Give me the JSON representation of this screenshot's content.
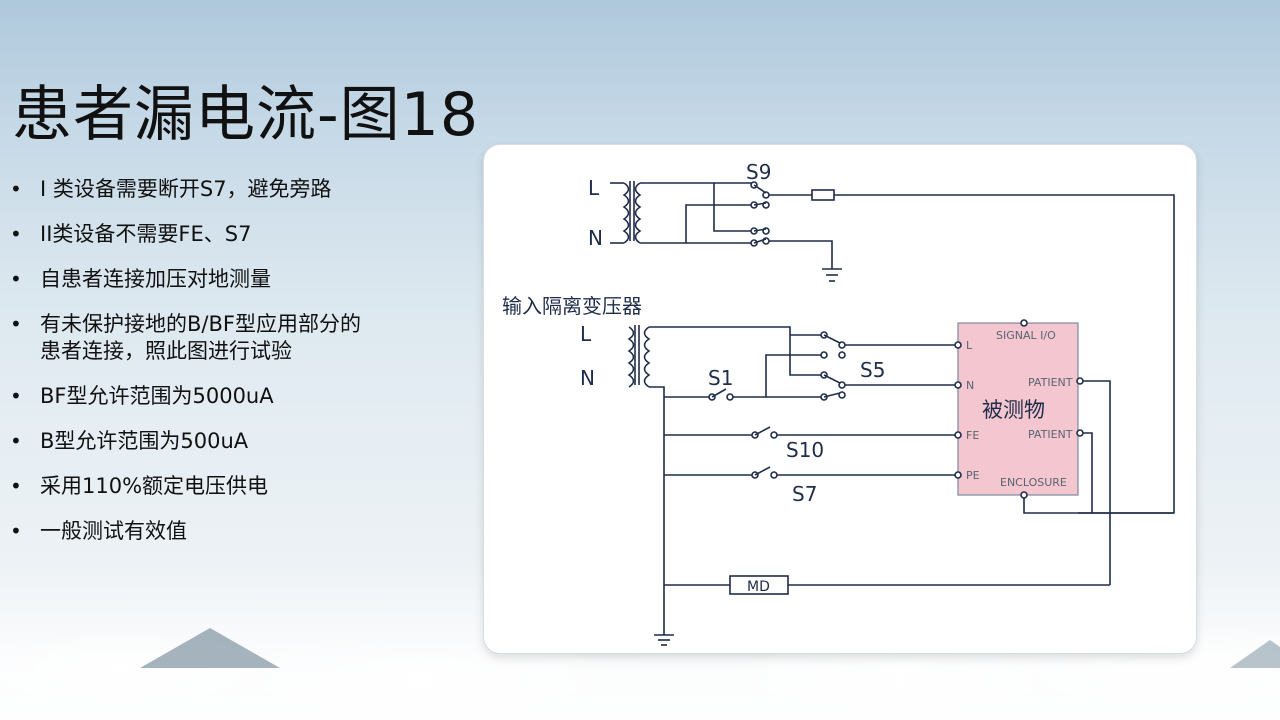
{
  "slide": {
    "title": "患者漏电流-图18",
    "bullets": [
      "I 类设备需要断开S7，避免旁路",
      "II类设备不需要FE、S7",
      "自患者连接加压对地测量",
      "有未保护接地的B/BF型应用部分的患者连接，照此图进行试验",
      "BF型允许范围为5000uA",
      "B型允许范围为500uA",
      "采用110%额定电压供电",
      "一般测试有效值"
    ],
    "bullet_glyph": "•"
  },
  "diagram": {
    "transformer_label": "输入隔离变压器",
    "top_L": "L",
    "top_N": "N",
    "bottom_L": "L",
    "bottom_N": "N",
    "switches": {
      "s9": "S9",
      "s5": "S5",
      "s1": "S1",
      "s10": "S10",
      "s7": "S7"
    },
    "dut": {
      "name": "被测物",
      "signal_io": "SIGNAL I/O",
      "patient1": "PATIENT",
      "patient2": "PATIENT",
      "enclosure": "ENCLOSURE",
      "pin_l": "L",
      "pin_n": "N",
      "pin_fe": "FE",
      "pin_pe": "PE"
    },
    "md_label": "MD",
    "colors": {
      "wire": "#1f2d4a",
      "dut_fill": "#f4c6cf",
      "dut_border": "#7a8a9c"
    }
  }
}
